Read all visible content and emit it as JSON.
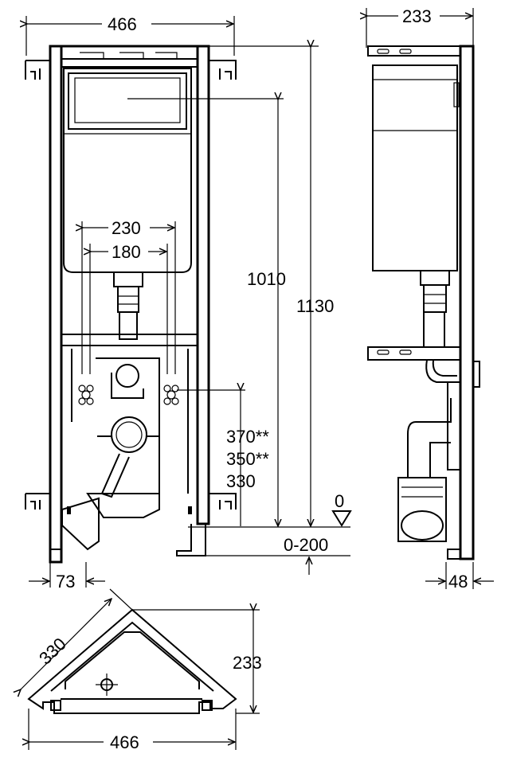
{
  "drawing": {
    "front_view": {
      "overall_width": "466",
      "height_1130": "1130",
      "height_1010": "1010",
      "pipe_spacing_230": "230",
      "pipe_spacing_180": "180",
      "drain_heights": [
        "370**",
        "350**",
        "330"
      ],
      "floor_level_symbol": "0",
      "foot_adjust": "0-200",
      "frame_offset": "73"
    },
    "side_view": {
      "depth": "233",
      "bottom_offset": "48"
    },
    "plan_view": {
      "diagonal": "330",
      "depth": "233",
      "width": "466"
    }
  }
}
